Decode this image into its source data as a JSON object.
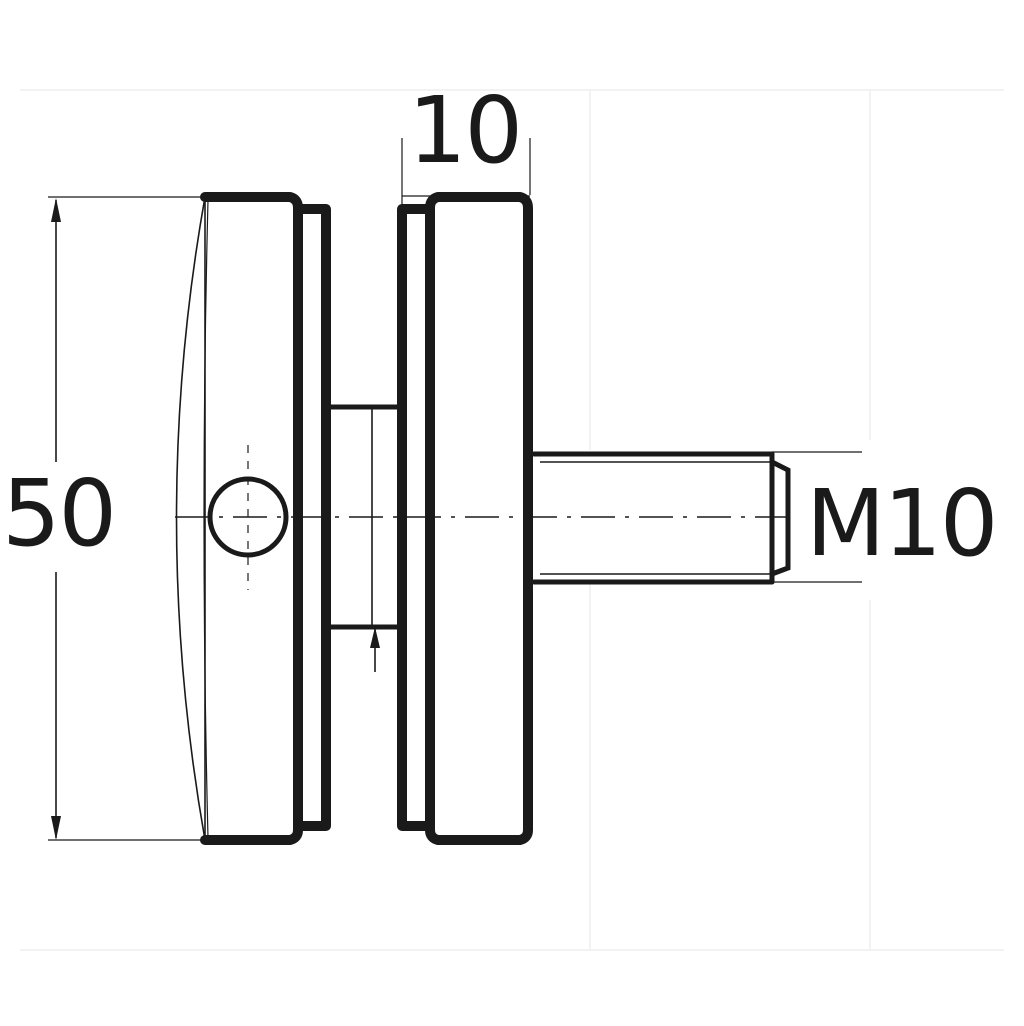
{
  "dimensions": {
    "overall_diameter": "50",
    "gap_width": "10",
    "thread_size": "M10"
  }
}
